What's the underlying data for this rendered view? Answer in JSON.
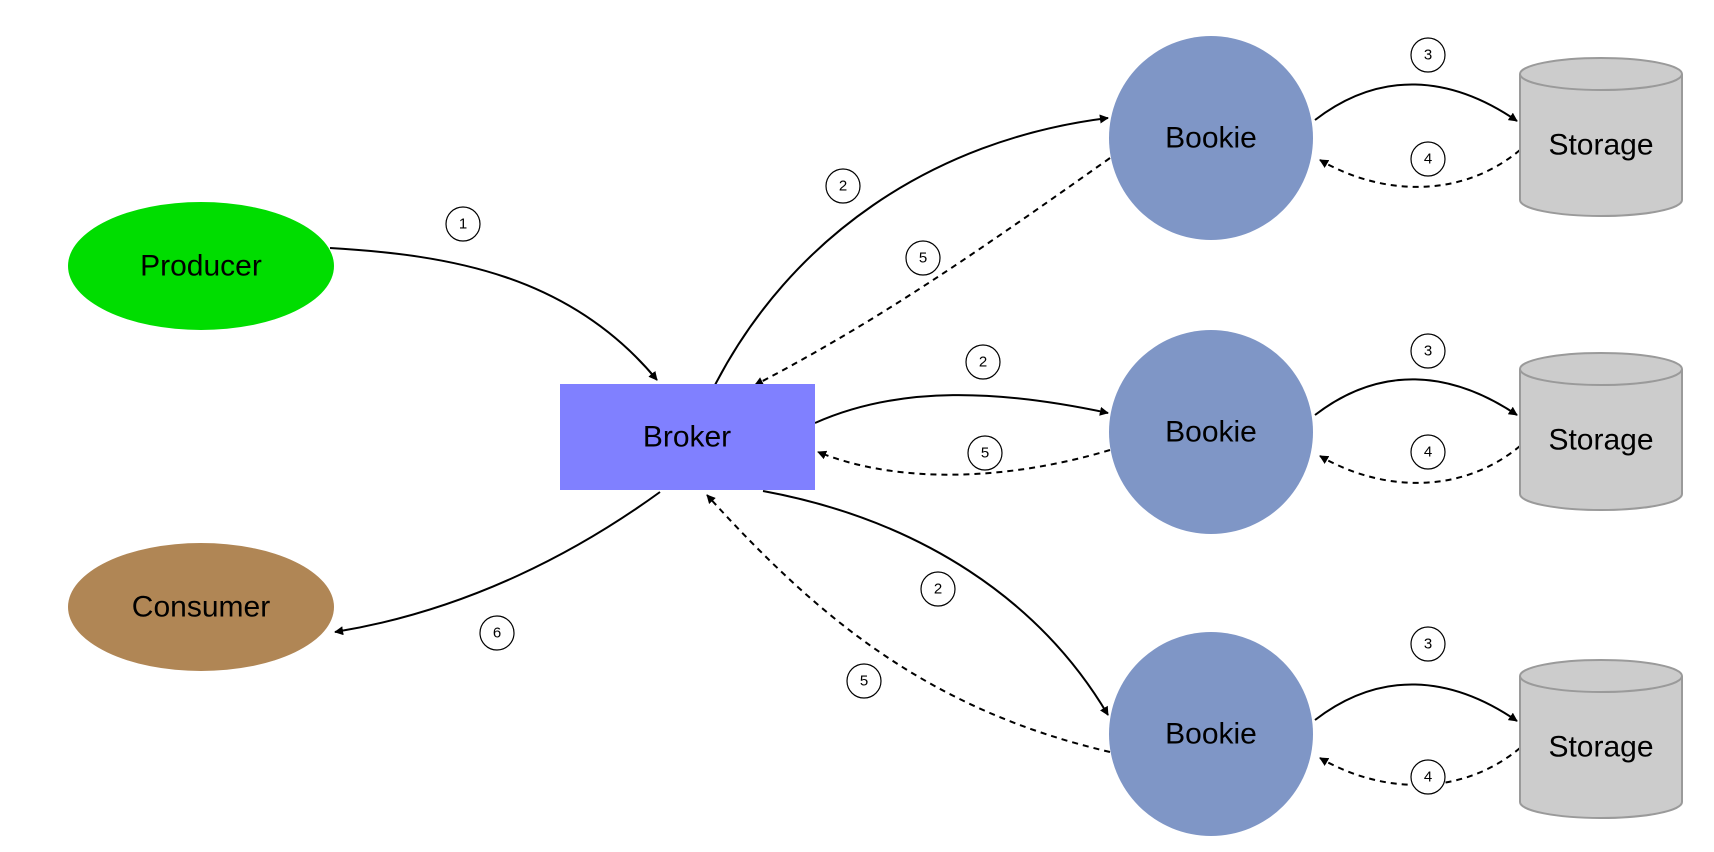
{
  "colors": {
    "producer": "#00dd00",
    "consumer": "#b08655",
    "broker": "#8080ff",
    "bookie": "#7f96c6",
    "storage": "#cccccc",
    "storage_stroke": "#9a9a9a",
    "edge": "#000000"
  },
  "nodes": {
    "producer": "Producer",
    "consumer": "Consumer",
    "broker": "Broker",
    "bookies": [
      "Bookie",
      "Bookie",
      "Bookie"
    ],
    "storages": [
      "Storage",
      "Storage",
      "Storage"
    ]
  },
  "steps": {
    "produce": "1",
    "write_to_bookie": "2",
    "write_to_storage": "3",
    "storage_ack": "4",
    "bookie_ack": "5",
    "consume": "6"
  }
}
